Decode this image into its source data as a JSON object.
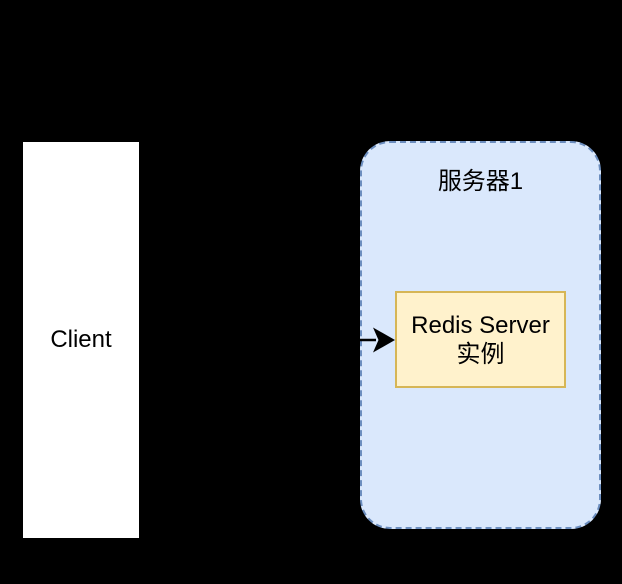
{
  "canvas": {
    "background_color": "#000000"
  },
  "nodes": {
    "client": {
      "label": "Client",
      "fill_color": "#ffffff",
      "text_color": "#000000"
    },
    "server_group": {
      "label": "服务器1",
      "fill_color": "#dae8fc",
      "stroke_color": "#6c8ebf",
      "border_style": "dashed"
    },
    "redis": {
      "label_line1": "Redis Server",
      "label_line2": "实例",
      "fill_color": "#fff2cc",
      "stroke_color": "#d6b656"
    }
  },
  "edges": {
    "client_to_redis": {
      "from": "Client",
      "to": "Redis Server 实例",
      "color": "#000000",
      "arrowhead": "classic"
    }
  }
}
